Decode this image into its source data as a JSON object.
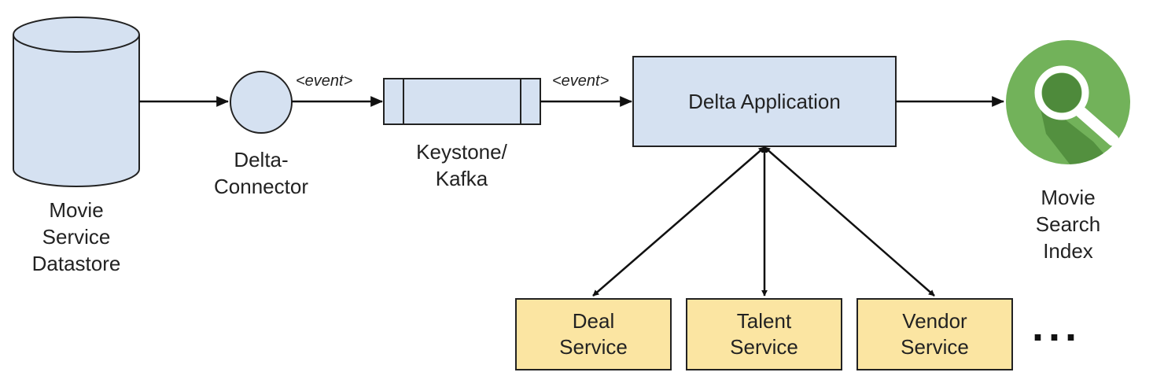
{
  "colors": {
    "node_fill": "#d5e1f1",
    "stroke": "#222222",
    "service_fill": "#fbe5a2",
    "search_icon_bg": "#72b25a",
    "search_icon_dark": "#4e8a3b"
  },
  "nodes": {
    "datastore": {
      "icon": "database-cylinder-icon",
      "label_lines": [
        "Movie",
        "Service",
        "Datastore"
      ]
    },
    "connector": {
      "icon": "circle-node-icon",
      "label_lines": [
        "Delta-",
        "Connector"
      ]
    },
    "queue": {
      "icon": "queue-icon",
      "label_lines": [
        "Keystone/",
        "Kafka"
      ]
    },
    "app": {
      "label": "Delta Application"
    },
    "index": {
      "icon": "magnifier-icon",
      "label_lines": [
        "Movie",
        "Search",
        "Index"
      ]
    }
  },
  "edges": {
    "connector_to_queue_label": "<event>",
    "queue_to_app_label": "<event>"
  },
  "services": [
    {
      "lines": [
        "Deal",
        "Service"
      ]
    },
    {
      "lines": [
        "Talent",
        "Service"
      ]
    },
    {
      "lines": [
        "Vendor",
        "Service"
      ]
    }
  ],
  "more_indicator": "..."
}
